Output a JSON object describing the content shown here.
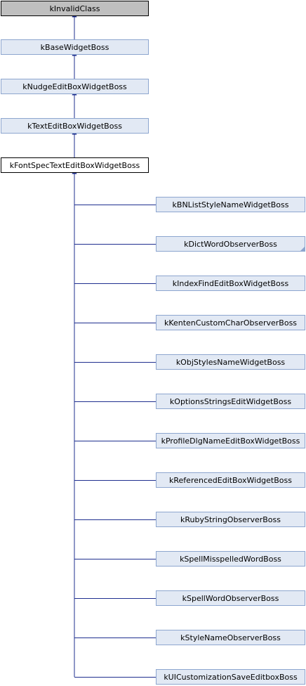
{
  "colors": {
    "root_fill": "#BFBFBF",
    "ancestor_fill": "#E2E9F4",
    "ancestor_stroke": "#8DA6CF",
    "current_fill": "#FFFFFF",
    "current_stroke": "#000000",
    "edge": "#1F2F8F"
  },
  "chain": [
    {
      "label": "kInvalidClass",
      "kind": "root"
    },
    {
      "label": "kBaseWidgetBoss",
      "kind": "ancestor"
    },
    {
      "label": "kNudgeEditBoxWidgetBoss",
      "kind": "ancestor"
    },
    {
      "label": "kTextEditBoxWidgetBoss",
      "kind": "ancestor"
    },
    {
      "label": "kFontSpecTextEditBoxWidgetBoss",
      "kind": "current"
    }
  ],
  "children": [
    {
      "label": "kBNListStyleNameWidgetBoss",
      "truncated": false
    },
    {
      "label": "kDictWordObserverBoss",
      "truncated": true
    },
    {
      "label": "kIndexFindEditBoxWidgetBoss",
      "truncated": false
    },
    {
      "label": "kKentenCustomCharObserverBoss",
      "truncated": false
    },
    {
      "label": "kObjStylesNameWidgetBoss",
      "truncated": false
    },
    {
      "label": "kOptionsStringsEditWidgetBoss",
      "truncated": false
    },
    {
      "label": "kProfileDlgNameEditBoxWidgetBoss",
      "truncated": false
    },
    {
      "label": "kReferencedEditBoxWidgetBoss",
      "truncated": false
    },
    {
      "label": "kRubyStringObserverBoss",
      "truncated": false
    },
    {
      "label": "kSpellMisspelledWordBoss",
      "truncated": false
    },
    {
      "label": "kSpellWordObserverBoss",
      "truncated": false
    },
    {
      "label": "kStyleNameObserverBoss",
      "truncated": false
    },
    {
      "label": "kUICustomizationSaveEditboxBoss",
      "truncated": false
    }
  ]
}
